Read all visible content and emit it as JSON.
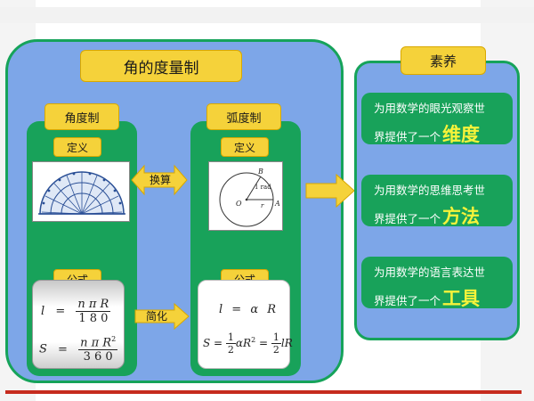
{
  "title": "角的度量制",
  "left": {
    "degree": {
      "label": "角度制",
      "definition_label": "定义",
      "formula_label": "公式",
      "formula_l": {
        "lhs": "l",
        "eq": "=",
        "num": "n π R",
        "den": "1 8 0"
      },
      "formula_s": {
        "lhs": "S",
        "eq": "=",
        "num": "n π R",
        "sup": "2",
        "den": "3 6 0"
      }
    },
    "radian": {
      "label": "弧度制",
      "definition_label": "定义",
      "formula_label": "公式",
      "circle": {
        "point_o": "O",
        "point_a": "A",
        "point_b": "B",
        "radius_r": "r",
        "arc_label": "1 rad"
      },
      "formula_l": "l = α R",
      "formula_s": {
        "lhs": "S =",
        "a_num": "1",
        "a_den": "2",
        "a_body": "αR",
        "sup": "2",
        "eq2": "=",
        "b_num": "1",
        "b_den": "2",
        "b_body": "lR"
      }
    },
    "convert_label": "换算",
    "simplify_label": "简化"
  },
  "right": {
    "title": "素养",
    "items": [
      {
        "line1": "为用数学的眼光观察世",
        "line2": "界提供了一个",
        "emph": "维度"
      },
      {
        "line1": "为用数学的思维思考世",
        "line2": "界提供了一个",
        "emph": "方法"
      },
      {
        "line1": "为用数学的语言表达世",
        "line2": "界提供了一个",
        "emph": "工具"
      }
    ]
  },
  "colors": {
    "panel": "#7da6e8",
    "green": "#18a25a",
    "label_yellow": "#f5d23a",
    "emphasis": "#f6f33a",
    "bar": "#c62b1e"
  }
}
